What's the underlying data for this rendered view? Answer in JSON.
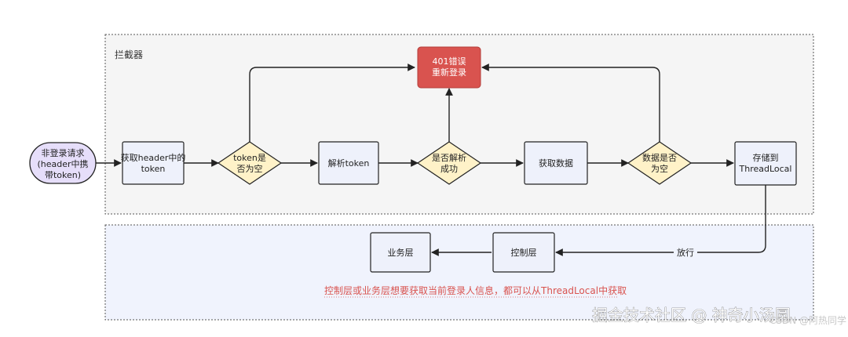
{
  "groups": {
    "interceptor": {
      "title": "拦截器"
    }
  },
  "nodes": {
    "start": {
      "line1": "非登录请求",
      "line2": "(header中携",
      "line3": "带token)"
    },
    "get_header": {
      "line1": "获取header中的",
      "line2": "token"
    },
    "token_empty": {
      "line1": "token是",
      "line2": "否为空"
    },
    "parse_token": {
      "label": "解析token"
    },
    "parse_ok": {
      "line1": "是否解析",
      "line2": "成功"
    },
    "get_data": {
      "label": "获取数据"
    },
    "data_empty": {
      "line1": "数据是否",
      "line2": "为空"
    },
    "store": {
      "line1": "存储到",
      "line2": "ThreadLocal"
    },
    "error": {
      "line1": "401错误",
      "line2": "重新登录"
    },
    "controller": {
      "label": "控制层"
    },
    "business": {
      "label": "业务层"
    }
  },
  "edges": {
    "pass_label": "放行"
  },
  "note": "控制层或业务层想要获取当前登录人信息，都可以从ThreadLocal中获取",
  "watermark": {
    "main": "掘金技术社区 @ 神奇小汤圆",
    "sub": "CSDN @阿热同学"
  },
  "colors": {
    "process_fill": "#eef1fb",
    "decision_fill": "#fff2c8",
    "error_fill": "#d9534f",
    "start_fill": "#e6defa",
    "group1_fill": "#f5f5f5",
    "group2_fill": "#f0f3fd",
    "note_color": "#d9534f"
  }
}
